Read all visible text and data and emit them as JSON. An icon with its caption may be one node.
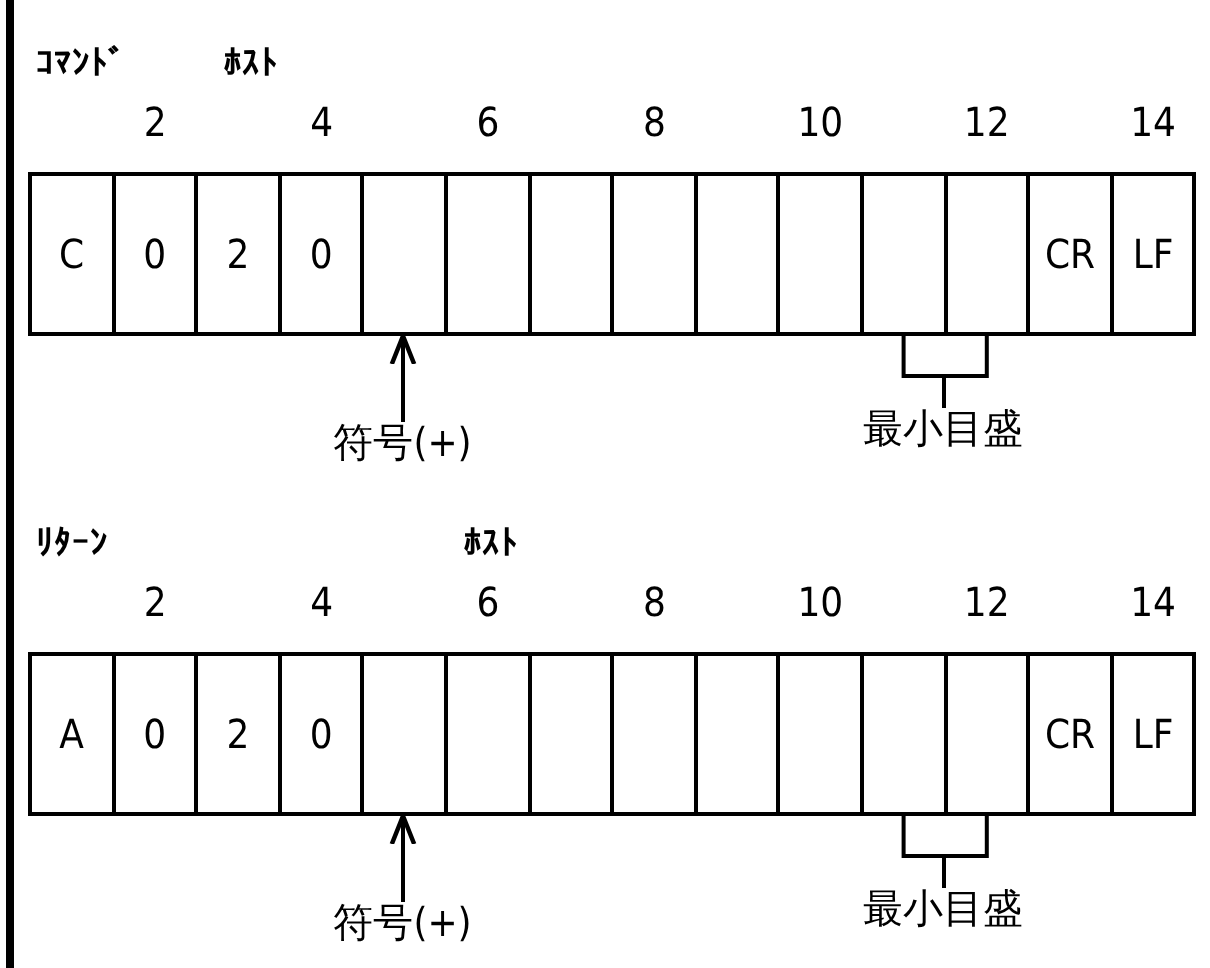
{
  "diagram": {
    "nodes": [
      {
        "text": [
          "C"
        ]
      },
      {
        "text": [
          "0"
        ]
      },
      {
        "text": [
          "2"
        ]
      },
      {
        "text": [
          "0"
        ]
      },
      {
        "text": [],
        "shape": "box"
      },
      {
        "text": [],
        "shape": "box"
      },
      {
        "text": [],
        "shape": "box"
      },
      {
        "text": [],
        "shape": "box"
      },
      {
        "text": [],
        "shape": "box"
      },
      {
        "text": [],
        "shape": "box"
      },
      {
        "text": [],
        "shape": "box"
      },
      {
        "text": [],
        "shape": "box"
      },
      {
        "text": [
          "CR"
        ]
      },
      {
        "text": [
          "LF"
        ]
      },
      {
        "text": [
          "符号(+)"
        ]
      },
      {
        "text": [
          "最小目盛"
        ]
      },
      {
        "text": [
          "A"
        ]
      },
      {
        "text": [
          "0"
        ]
      },
      {
        "text": [
          "2"
        ]
      },
      {
        "text": [
          "0"
        ]
      },
      {
        "text": [],
        "shape": "box"
      },
      {
        "text": [],
        "shape": "box"
      },
      {
        "text": [],
        "shape": "box"
      },
      {
        "text": [],
        "shape": "box"
      },
      {
        "text": [],
        "shape": "box"
      },
      {
        "text": [],
        "shape": "box"
      },
      {
        "text": [],
        "shape": "box"
      },
      {
        "text": [],
        "shape": "box"
      },
      {
        "text": [
          "CR"
        ]
      },
      {
        "text": [
          "LF"
        ]
      },
      {
        "text": [
          "符号(+)"
        ]
      },
      {
        "text": [
          "最小目盛"
        ]
      }
    ],
    "edges": [
      {
        "from": 14,
        "to": 4,
        "arrow": "to"
      },
      {
        "from": 15,
        "to": 10,
        "arrow": "none"
      },
      {
        "from": 15,
        "to": 11,
        "arrow": "none"
      },
      {
        "from": 30,
        "to": 20,
        "arrow": "to"
      },
      {
        "from": 31,
        "to": 26,
        "arrow": "none"
      },
      {
        "from": 31,
        "to": 27,
        "arrow": "none"
      }
    ],
    "labels": [
      "ｺﾏﾝﾄﾞ",
      "ﾎｽﾄ",
      "2",
      "4",
      "6",
      "8",
      "10",
      "12",
      "14",
      "ﾘﾀｰﾝ",
      "ﾎｽﾄ",
      "2",
      "4",
      "6",
      "8",
      "10",
      "12",
      "14"
    ]
  }
}
